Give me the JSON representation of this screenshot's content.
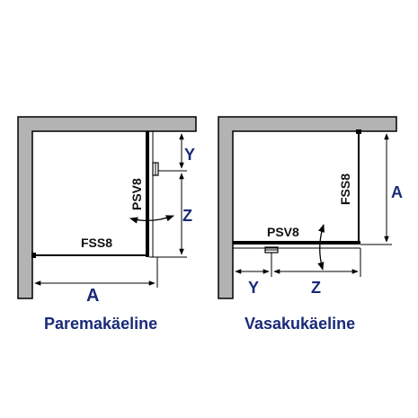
{
  "colors": {
    "wall_fill": "#b3b3b3",
    "wall_stroke": "#000000",
    "dimension_text": "#1a2a78",
    "line": "#000000"
  },
  "left_diagram": {
    "caption": "Paremakäeline",
    "fixed_panel_label": "FSS8",
    "door_label": "PSV8",
    "dim_y": "Y",
    "dim_z": "Z",
    "dim_a": "A"
  },
  "right_diagram": {
    "caption": "Vasakukäeline",
    "fixed_panel_label": "FSS8",
    "door_label": "PSV8",
    "dim_y": "Y",
    "dim_z": "Z",
    "dim_a": "A"
  }
}
